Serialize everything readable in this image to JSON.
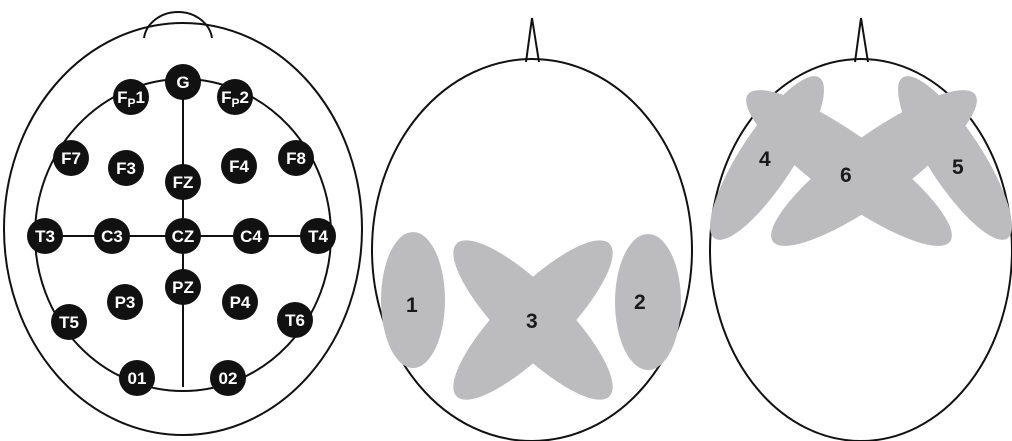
{
  "electrodes": [
    {
      "id": "G",
      "text": "G"
    },
    {
      "id": "fp1",
      "main": "F",
      "sub": "P",
      "tail": "1"
    },
    {
      "id": "fp2",
      "main": "F",
      "sub": "P",
      "tail": "2"
    },
    {
      "id": "F7",
      "text": "F7"
    },
    {
      "id": "F8",
      "text": "F8"
    },
    {
      "id": "F3",
      "text": "F3"
    },
    {
      "id": "F4",
      "text": "F4"
    },
    {
      "id": "FZ",
      "text": "FZ"
    },
    {
      "id": "T3",
      "text": "T3"
    },
    {
      "id": "C3",
      "text": "C3"
    },
    {
      "id": "CZ",
      "text": "CZ"
    },
    {
      "id": "C4",
      "text": "C4"
    },
    {
      "id": "T4",
      "text": "T4"
    },
    {
      "id": "PZ",
      "text": "PZ"
    },
    {
      "id": "P3",
      "text": "P3"
    },
    {
      "id": "P4",
      "text": "P4"
    },
    {
      "id": "T5",
      "text": "T5"
    },
    {
      "id": "T6",
      "text": "T6"
    },
    {
      "id": "01",
      "text": "01"
    },
    {
      "id": "02",
      "text": "02"
    }
  ],
  "regions": [
    {
      "id": "1",
      "text": "1"
    },
    {
      "id": "2",
      "text": "2"
    },
    {
      "id": "3",
      "text": "3"
    },
    {
      "id": "4",
      "text": "4"
    },
    {
      "id": "5",
      "text": "5"
    },
    {
      "id": "6",
      "text": "6"
    }
  ],
  "colors": {
    "electrode_fill": "#111111",
    "electrode_text": "#ffffff",
    "region_fill": "#bcbcbe",
    "outline": "#111111"
  }
}
